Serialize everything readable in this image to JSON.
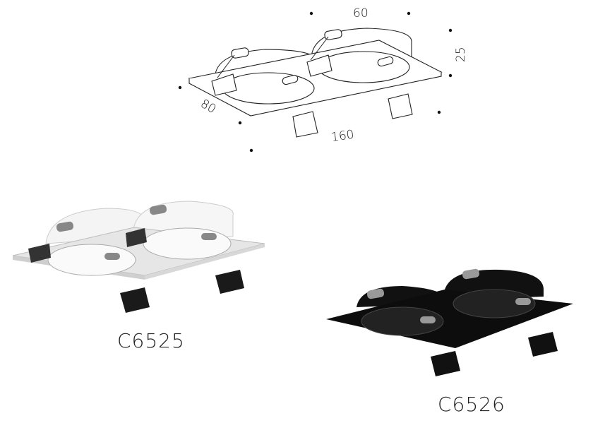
{
  "dimensions": {
    "width": "60",
    "height": "25",
    "depth": "80",
    "length": "160"
  },
  "products": [
    {
      "model": "C6525",
      "finish_color": "#f2f2f2"
    },
    {
      "model": "C6526",
      "finish_color": "#111111"
    }
  ]
}
